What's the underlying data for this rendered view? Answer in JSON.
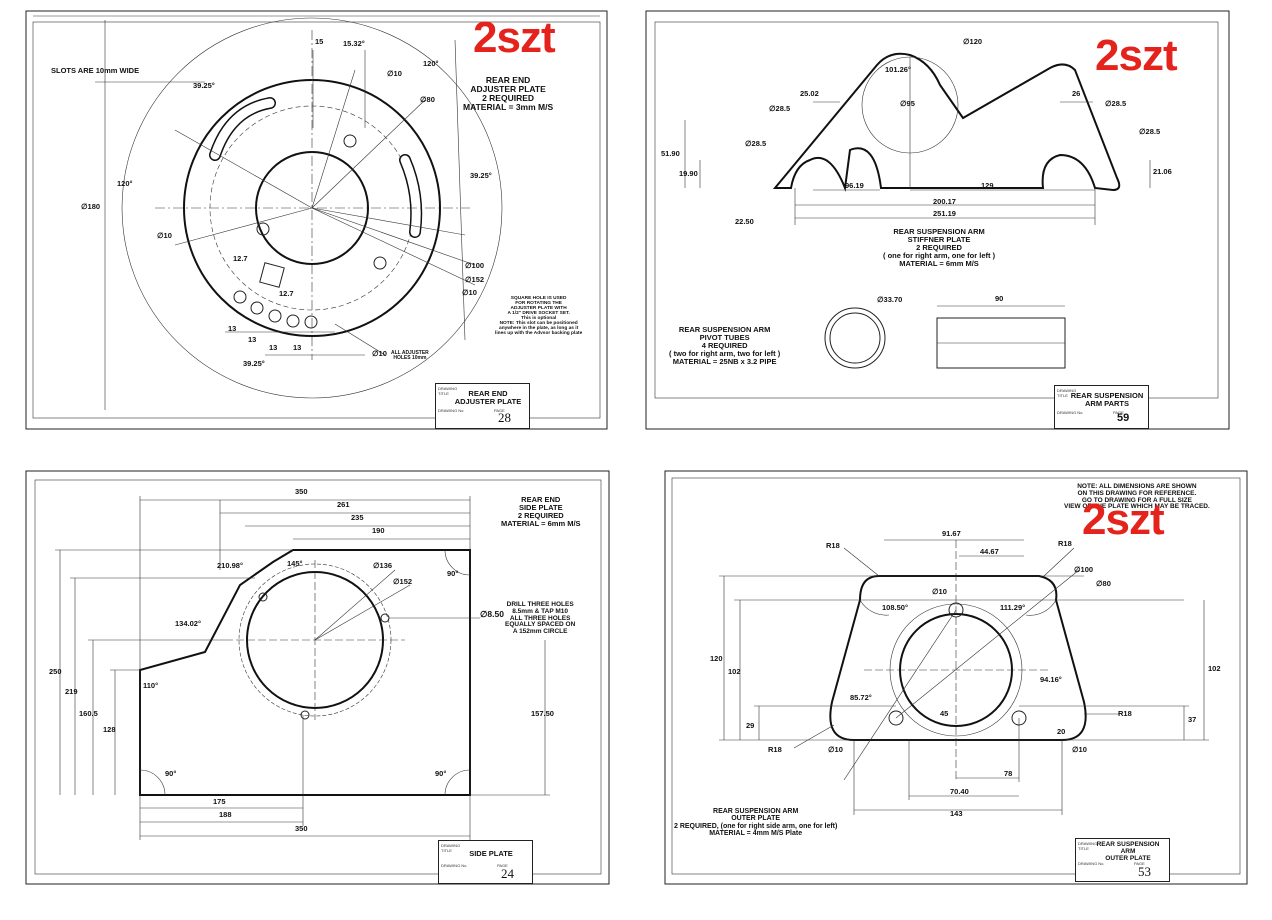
{
  "qty_marks": [
    "2szt",
    "2szt",
    "2szt"
  ],
  "sheets": {
    "adjuster": {
      "title": [
        "REAR END",
        "ADJUSTER PLATE",
        "2 REQUIRED",
        "MATERIAL = 3mm M/S"
      ],
      "slots_note": "SLOTS ARE 10mm WIDE",
      "square_note": [
        "SQUARE HOLE IS USED",
        "FOR ROTATING THE",
        "ADJUSTER PLATE WITH",
        "A 1/2\" DRIVE SOCKET SET.",
        "This is optional",
        "NOTE: This slot can be positioned",
        "anywhere in the plate, as long as it",
        "lines up with the Advsor backing plate"
      ],
      "holes_note": [
        "ALL ADJUSTER",
        "HOLES 10mm"
      ],
      "dims": [
        "15",
        "15.32°",
        "120°",
        "39.25°",
        "∅10",
        "∅80",
        "39.25°",
        "∅180",
        "120°",
        "∅10",
        "12.7",
        "12.7",
        "∅100",
        "∅152",
        "∅10",
        "13",
        "13",
        "13",
        "13",
        "∅10",
        "39.25°"
      ],
      "tb_title": [
        "REAR END",
        "ADJUSTER PLATE"
      ],
      "tb_page": "28"
    },
    "stiffener": {
      "title": [
        "REAR SUSPENSION ARM",
        "STIFFNER PLATE",
        "2 REQUIRED",
        "( one for right arm, one for left )",
        "MATERIAL = 6mm M/S"
      ],
      "tubes": [
        "REAR SUSPENSION ARM",
        "PIVOT TUBES",
        "4 REQUIRED",
        "( two for right arm, two for left )",
        "MATERIAL = 25NB x 3.2 PIPE"
      ],
      "dims": [
        "∅120",
        "101.26°",
        "25.02",
        "∅28.5",
        "∅95",
        "26",
        "∅28.5",
        "∅28.5",
        "∅28.5",
        "51.90",
        "19.90",
        "96.19",
        "129",
        "21.06",
        "200.17",
        "251.19",
        "22.50",
        "∅33.70",
        "90"
      ],
      "tb_title": [
        "REAR SUSPENSION",
        "ARM PARTS"
      ],
      "tb_page": "59"
    },
    "side": {
      "title": [
        "REAR END",
        "SIDE PLATE",
        "2 REQUIRED",
        "MATERIAL = 6mm M/S"
      ],
      "drill": [
        "DRILL THREE HOLES",
        "8.5mm & TAP M10",
        "ALL THREE HOLES",
        "EQUALLY SPACED ON",
        "A 152mm CIRCLE"
      ],
      "dims": [
        "350",
        "261",
        "235",
        "190",
        "210.98°",
        "145°",
        "∅136",
        "∅152",
        "90°",
        "∅8.50",
        "134.02°",
        "110°",
        "250",
        "219",
        "160.5",
        "128",
        "157.50",
        "90°",
        "90°",
        "175",
        "188",
        "350"
      ],
      "tb_title": [
        "SIDE PLATE"
      ],
      "tb_page": "24"
    },
    "outer": {
      "note": [
        "NOTE: ALL DIMENSIONS ARE SHOWN",
        "ON THIS DRAWING FOR REFERENCE.",
        "GO TO DRAWING   FOR A FULL SIZE",
        "VIEW OF THE PLATE WHICH MAY BE TRACED."
      ],
      "title": [
        "REAR SUSPENSION ARM",
        "OUTER PLATE",
        "2 REQUIRED, (one for right side arm, one for left)",
        "MATERIAL = 4mm M/S Plate"
      ],
      "dims": [
        "R18",
        "91.67",
        "44.67",
        "R18",
        "∅100",
        "∅80",
        "∅10",
        "108.50°",
        "111.29°",
        "120",
        "102",
        "102",
        "85.72°",
        "94.16°",
        "R18",
        "45",
        "29",
        "37",
        "20",
        "R18",
        "∅10",
        "∅10",
        "78",
        "70.40",
        "143"
      ],
      "tb_title": [
        "REAR SUSPENSION",
        "ARM",
        "OUTER PLATE"
      ],
      "tb_page": "53"
    }
  },
  "tb_labels": {
    "drawing_title": "DRAWING TITLE",
    "drawing_no": "DRAWING No.",
    "page": "PAGE"
  },
  "colors": {
    "qty_mark": "#e4231c",
    "ink": "#111111"
  }
}
